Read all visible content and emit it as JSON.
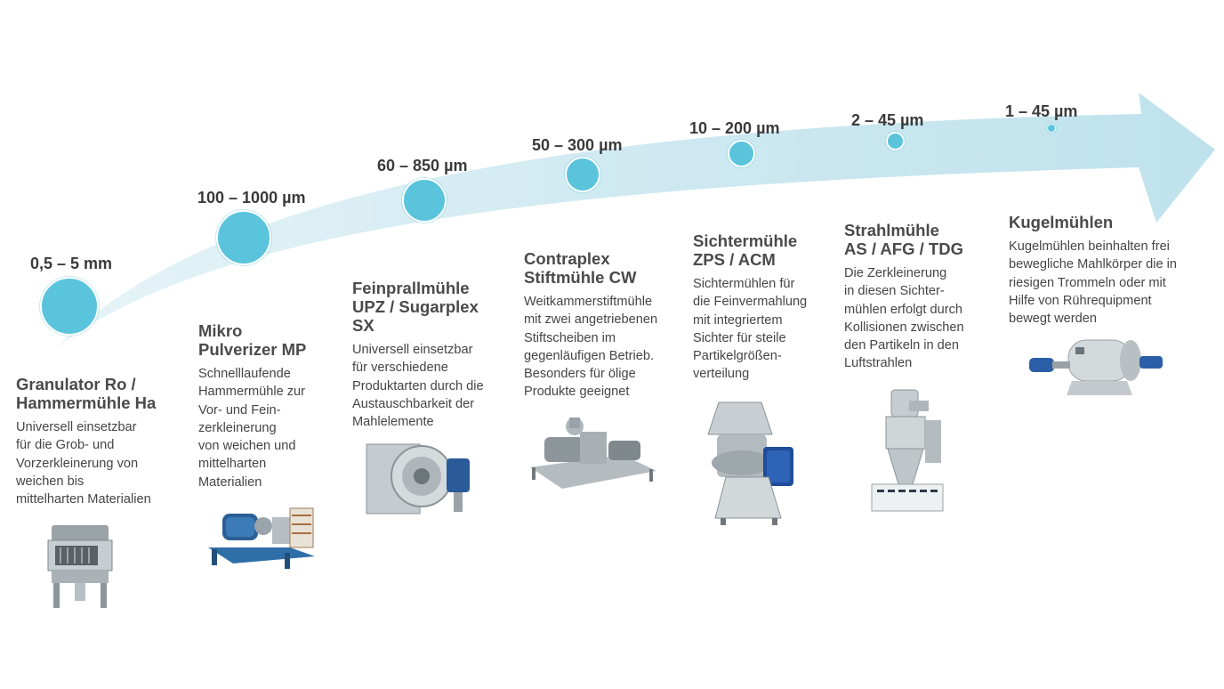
{
  "colors": {
    "arrow_band": "#cce8f1",
    "dot": "#5bc4dd",
    "heading": "#4a4a4a",
    "body_text": "#454545"
  },
  "stages": [
    {
      "size": "0,5 – 5 mm",
      "title": "Granulator Ro /\nHammermühle Ha",
      "desc": "Universell einsetzbar\nfür die Grob- und\nVorzerkleinerung von\nweichen bis\nmittelharten Materialien",
      "icon": "granulator-machine-icon"
    },
    {
      "size": "100 – 1000 µm",
      "title": "Mikro\nPulverizer MP",
      "desc": "Schnelllaufende\nHammermühle zur\nVor- und Fein-\nzerkleinerung\nvon weichen und\nmittelharten\nMaterialien",
      "icon": "pulverizer-machine-icon"
    },
    {
      "size": "60 – 850 µm",
      "title": "Feinprallmühle\nUPZ / Sugarplex\nSX",
      "desc": "Universell einsetzbar\nfür verschiedene\nProduktarten durch die\nAustauschbarkeit der\nMahlelemente",
      "icon": "impact-mill-icon"
    },
    {
      "size": "50 – 300 µm",
      "title": "Contraplex\nStiftmühle CW",
      "desc": "Weitkammerstiftmühle\nmit zwei angetriebenen\nStiftscheiben im\ngegenläufigen Betrieb.\nBesonders für ölige\nProdukte geeignet",
      "icon": "pin-mill-icon"
    },
    {
      "size": "10 – 200 µm",
      "title": "Sichtermühle\nZPS / ACM",
      "desc": "Sichtermühlen für\ndie Feinvermahlung\nmit integriertem\nSichter für steile\nPartikelgrößen-\nverteilung",
      "icon": "classifier-mill-icon"
    },
    {
      "size": "2 – 45 µm",
      "title": "Strahlmühle\nAS / AFG / TDG",
      "desc": "Die Zerkleinerung\nin diesen Sichter-\nmühlen erfolgt durch\nKollisionen zwischen\nden Partikeln in den\nLuftstrahlen",
      "icon": "jet-mill-icon"
    },
    {
      "size": "1 – 45 µm",
      "title": "Kugelmühlen",
      "desc": "Kugelmühlen beinhalten frei\nbewegliche Mahlkörper die in\nriesigen Trommeln oder mit\nHilfe von Rührequipment\nbewegt werden",
      "icon": "ball-mill-icon"
    }
  ]
}
